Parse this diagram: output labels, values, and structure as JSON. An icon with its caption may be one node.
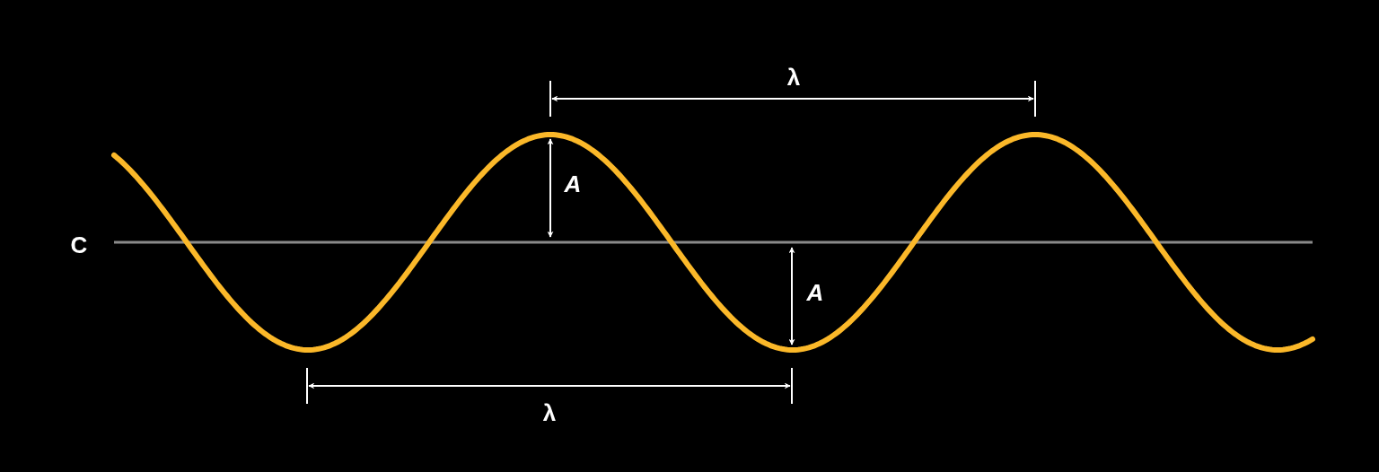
{
  "diagram": {
    "labels": [
      "λ",
      "A",
      "C",
      "A",
      "λ"
    ]
  }
}
